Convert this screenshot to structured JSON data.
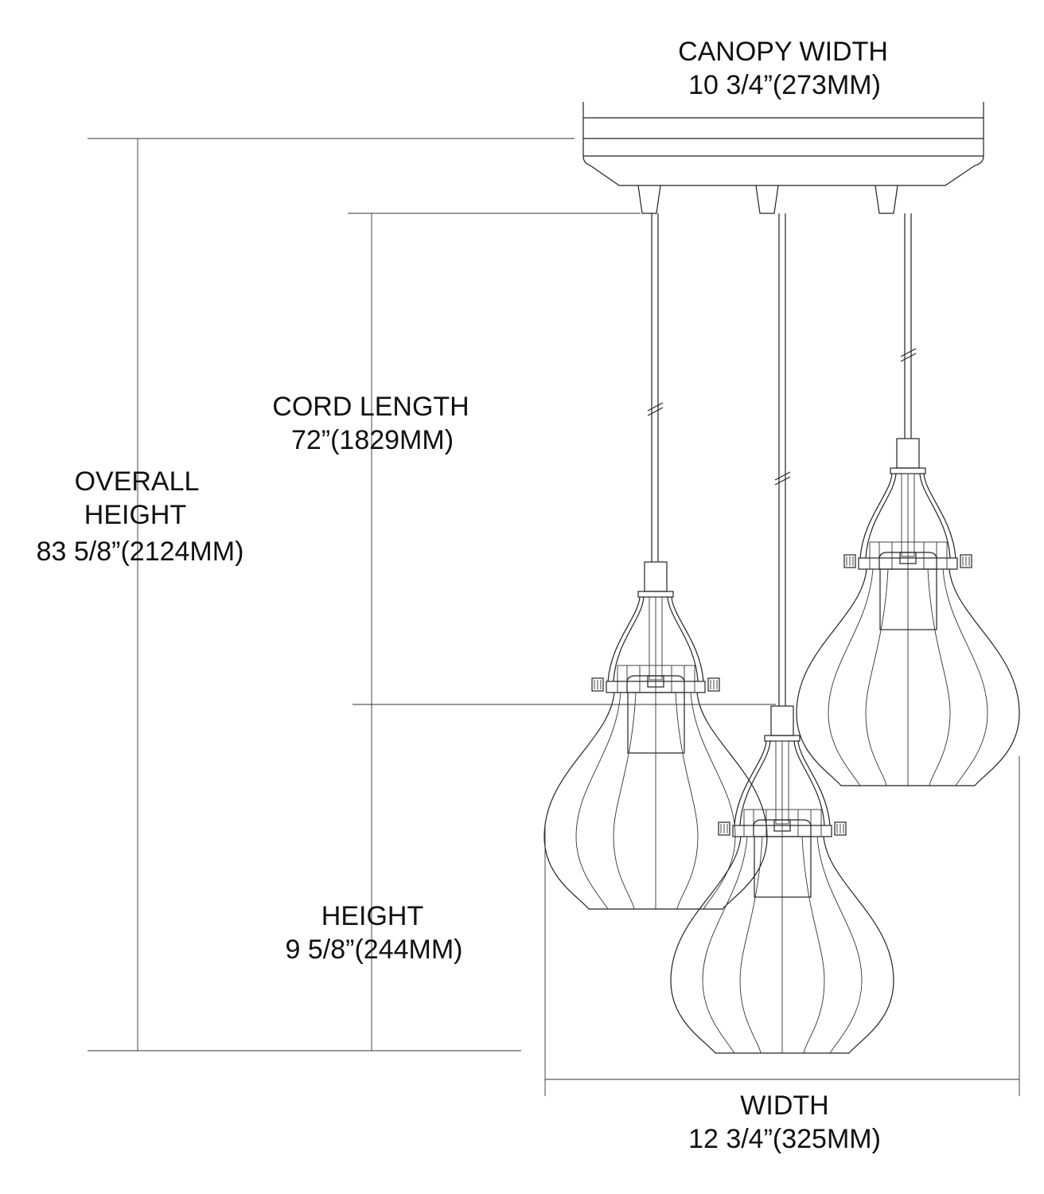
{
  "dimensions": {
    "canopy_width": {
      "label": "CANOPY WIDTH",
      "value": "10 3/4”(273MM)"
    },
    "cord_length": {
      "label": "CORD LENGTH",
      "value": "72”(1829MM)"
    },
    "overall_height": {
      "label_line1": "OVERALL",
      "label_line2": "HEIGHT",
      "value": "83 5/8”(2124MM)"
    },
    "height": {
      "label": "HEIGHT",
      "value": "9 5/8”(244MM)"
    },
    "width": {
      "label": "WIDTH",
      "value": "12 3/4”(325MM)"
    }
  }
}
